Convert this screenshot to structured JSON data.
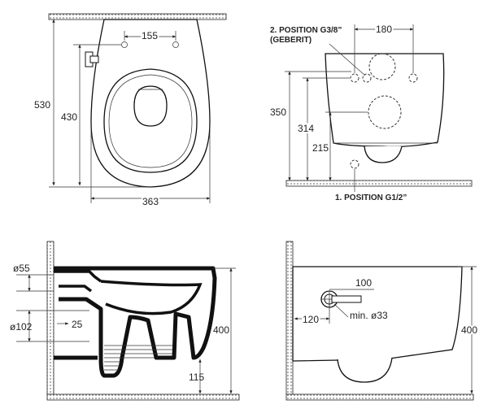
{
  "top_view": {
    "dim_width": "363",
    "dim_length": "530",
    "dim_inner": "430",
    "dim_holes": "155"
  },
  "front_view": {
    "label_g38_line1": "2. POSITION G3/8”",
    "label_g38_line2": "(GEBERIT)",
    "label_g12": "1. POSITION G1/2”",
    "dim_180": "180",
    "dim_350": "350",
    "dim_314": "314",
    "dim_215": "215"
  },
  "section_view": {
    "dim_d55": "ø55",
    "dim_d102": "ø102",
    "dim_25": "25",
    "dim_400": "400",
    "dim_115": "115"
  },
  "side_view": {
    "dim_100": "100",
    "dim_120": "120",
    "dim_min33": "min. ø33",
    "dim_400": "400"
  }
}
